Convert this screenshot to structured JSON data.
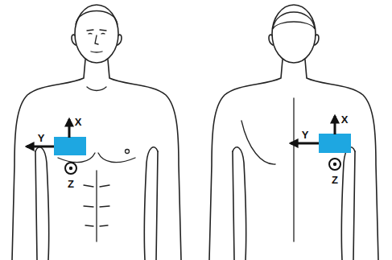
{
  "diagram": {
    "labels": [
      "X",
      "Y",
      "Z",
      "X",
      "Y",
      "Z"
    ]
  }
}
